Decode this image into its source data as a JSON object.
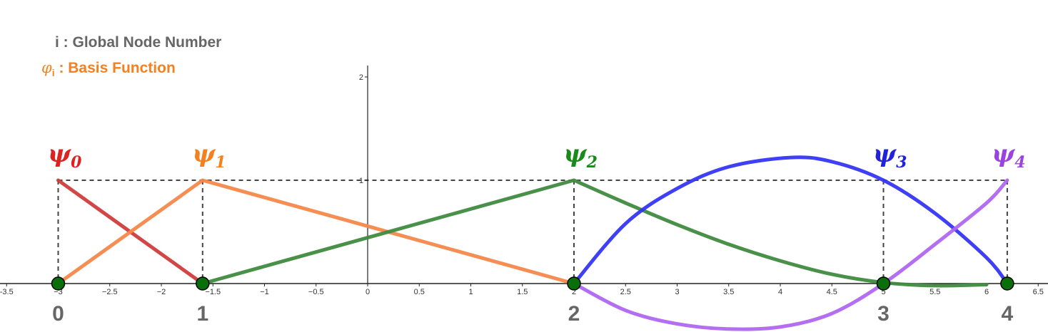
{
  "legend": {
    "line1_label": "i : Global Node Number",
    "line2_symbol": "φ",
    "line2_sub": "i",
    "line2_label": " : Basis Function",
    "line1_color": "#666666",
    "line2_color": "#f5801f"
  },
  "chart_data": {
    "type": "line",
    "title": "",
    "xlabel": "",
    "ylabel": "",
    "xlim": [
      -3.5,
      6.6
    ],
    "ylim": [
      -0.45,
      2.1
    ],
    "grid": false,
    "x_ticks": [
      {
        "v": -3.5,
        "label": "-3.5"
      },
      {
        "v": -3,
        "label": "−3"
      },
      {
        "v": -2.5,
        "label": "−2.5"
      },
      {
        "v": -2,
        "label": "−2"
      },
      {
        "v": -1.5,
        "label": "−1.5"
      },
      {
        "v": -1,
        "label": "−1"
      },
      {
        "v": -0.5,
        "label": "−0.5"
      },
      {
        "v": 0,
        "label": "0"
      },
      {
        "v": 0.5,
        "label": "0.5"
      },
      {
        "v": 1,
        "label": "1"
      },
      {
        "v": 1.5,
        "label": "1.5"
      },
      {
        "v": 2,
        "label": "2"
      },
      {
        "v": 2.5,
        "label": "2.5"
      },
      {
        "v": 3,
        "label": "3"
      },
      {
        "v": 3.5,
        "label": "3.5"
      },
      {
        "v": 4,
        "label": "4"
      },
      {
        "v": 4.5,
        "label": "4.5"
      },
      {
        "v": 5,
        "label": "5"
      },
      {
        "v": 5.5,
        "label": "5.5"
      },
      {
        "v": 6,
        "label": "6"
      },
      {
        "v": 6.5,
        "label": "6.5"
      }
    ],
    "y_ticks": [
      {
        "v": 1,
        "label": "1"
      },
      {
        "v": 2,
        "label": "2"
      }
    ],
    "nodes": [
      {
        "x": -3.0,
        "label": "0"
      },
      {
        "x": -1.6,
        "label": "1"
      },
      {
        "x": 2.0,
        "label": "2"
      },
      {
        "x": 5.0,
        "label": "3"
      },
      {
        "x": 6.2,
        "label": "4"
      }
    ],
    "series": [
      {
        "name": "ψ",
        "sub": "0",
        "color": "#d03c3c",
        "label_color": "#dd2222",
        "label_at": [
          -3.1,
          1.18
        ],
        "points": [
          [
            -3.0,
            1.0
          ],
          [
            -1.6,
            0.0
          ]
        ]
      },
      {
        "name": "ψ",
        "sub": "1",
        "color": "#f5874a",
        "label_color": "#f5801f",
        "label_at": [
          -1.7,
          1.18
        ],
        "points": [
          [
            -3.0,
            0.0
          ],
          [
            -1.6,
            1.0
          ],
          [
            2.0,
            0.0
          ]
        ]
      },
      {
        "name": "ψ",
        "sub": "2",
        "color": "#3f8a3f",
        "label_color": "#1a8a1a",
        "label_at": [
          1.9,
          1.18
        ],
        "points": [
          [
            -1.6,
            0.0
          ],
          [
            2.0,
            1.0
          ],
          [
            2.5,
            0.78
          ],
          [
            3.0,
            0.57
          ],
          [
            3.5,
            0.38
          ],
          [
            4.0,
            0.22
          ],
          [
            4.5,
            0.09
          ],
          [
            5.0,
            0.01
          ],
          [
            5.5,
            -0.02
          ],
          [
            6.0,
            -0.01
          ]
        ]
      },
      {
        "name": "ψ",
        "sub": "3",
        "color": "#3535f5",
        "label_color": "#2222dd",
        "label_at": [
          4.9,
          1.18
        ],
        "points": [
          [
            2.0,
            0.0
          ],
          [
            2.5,
            0.58
          ],
          [
            3.0,
            0.92
          ],
          [
            3.5,
            1.13
          ],
          [
            4.1,
            1.22
          ],
          [
            4.5,
            1.18
          ],
          [
            5.0,
            1.0
          ],
          [
            5.5,
            0.68
          ],
          [
            6.0,
            0.25
          ],
          [
            6.2,
            0.0
          ]
        ]
      },
      {
        "name": "ψ",
        "sub": "4",
        "color": "#b066f0",
        "label_color": "#9a44e0",
        "label_at": [
          6.05,
          1.18
        ],
        "points": [
          [
            2.0,
            0.0
          ],
          [
            2.5,
            -0.26
          ],
          [
            3.0,
            -0.39
          ],
          [
            3.5,
            -0.44
          ],
          [
            4.0,
            -0.42
          ],
          [
            4.5,
            -0.29
          ],
          [
            5.0,
            0.0
          ],
          [
            5.5,
            0.38
          ],
          [
            6.0,
            0.78
          ],
          [
            6.2,
            1.0
          ]
        ]
      }
    ]
  }
}
